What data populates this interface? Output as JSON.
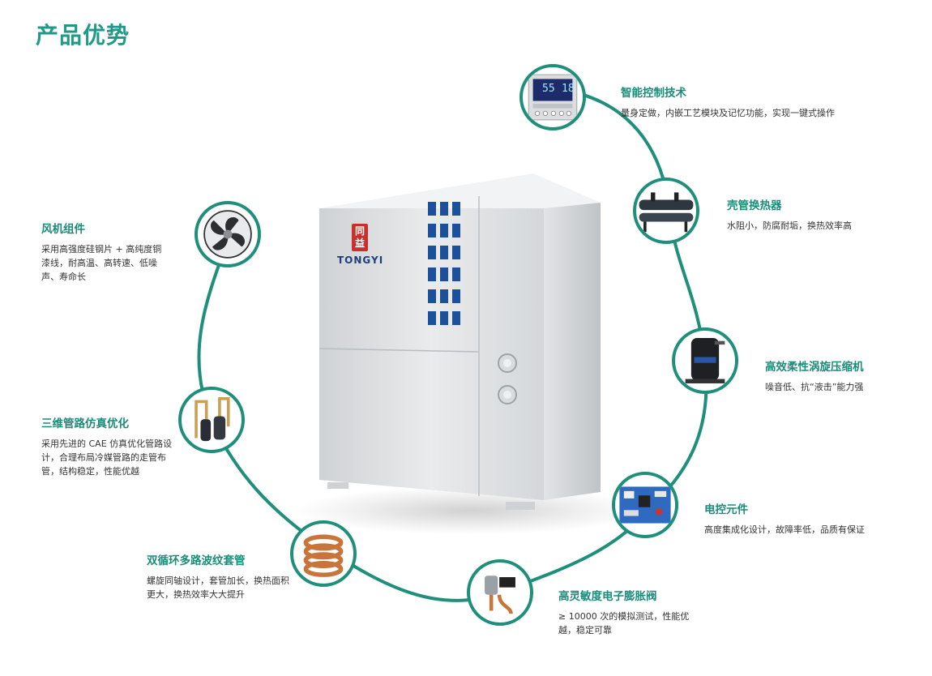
{
  "page": {
    "title": "产品优势"
  },
  "brand": {
    "logo_char": "同益",
    "name": "TONGYI"
  },
  "colors": {
    "accent": "#1f9a86",
    "ring": "#1f8f7c"
  },
  "features": [
    {
      "id": "smart-control",
      "title": "智能控制技术",
      "desc": "量身定做，内嵌工艺模块及记忆功能，实现一键式操作",
      "icon": "controller-panel-icon"
    },
    {
      "id": "shell-tube",
      "title": "壳管换热器",
      "desc": "水阻小，防腐耐垢，换热效率高",
      "icon": "heat-exchanger-icon"
    },
    {
      "id": "compressor",
      "title": "高效柔性涡旋压缩机",
      "desc": "噪音低、抗“液击”能力强",
      "icon": "compressor-icon"
    },
    {
      "id": "electronics",
      "title": "电控元件",
      "desc": "高度集成化设计，故障率低，品质有保证",
      "icon": "circuit-board-icon"
    },
    {
      "id": "expansion-valve",
      "title": "高灵敏度电子膨胀阀",
      "desc": "≥ 10000 次的模拟测试，性能优越，稳定可靠",
      "icon": "expansion-valve-icon"
    },
    {
      "id": "coaxial-pipe",
      "title": "双循环多路波纹套管",
      "desc": "螺旋同轴设计，套管加长，换热面积更大，换热效率大大提升",
      "icon": "copper-coil-icon"
    },
    {
      "id": "piping",
      "title": "三维管路仿真优化",
      "desc": "采用先进的 CAE 仿真优化管路设计，合理布局冷媒管路的走管布管，结构稳定，性能优越",
      "icon": "piping-icon"
    },
    {
      "id": "fan",
      "title": "风机组件",
      "desc": "采用高强度硅钢片 + 高纯度铜漆线，耐高温、高转速、低噪声、寿命长",
      "icon": "fan-icon"
    }
  ],
  "controller_display": {
    "left": "55",
    "right": "18"
  }
}
